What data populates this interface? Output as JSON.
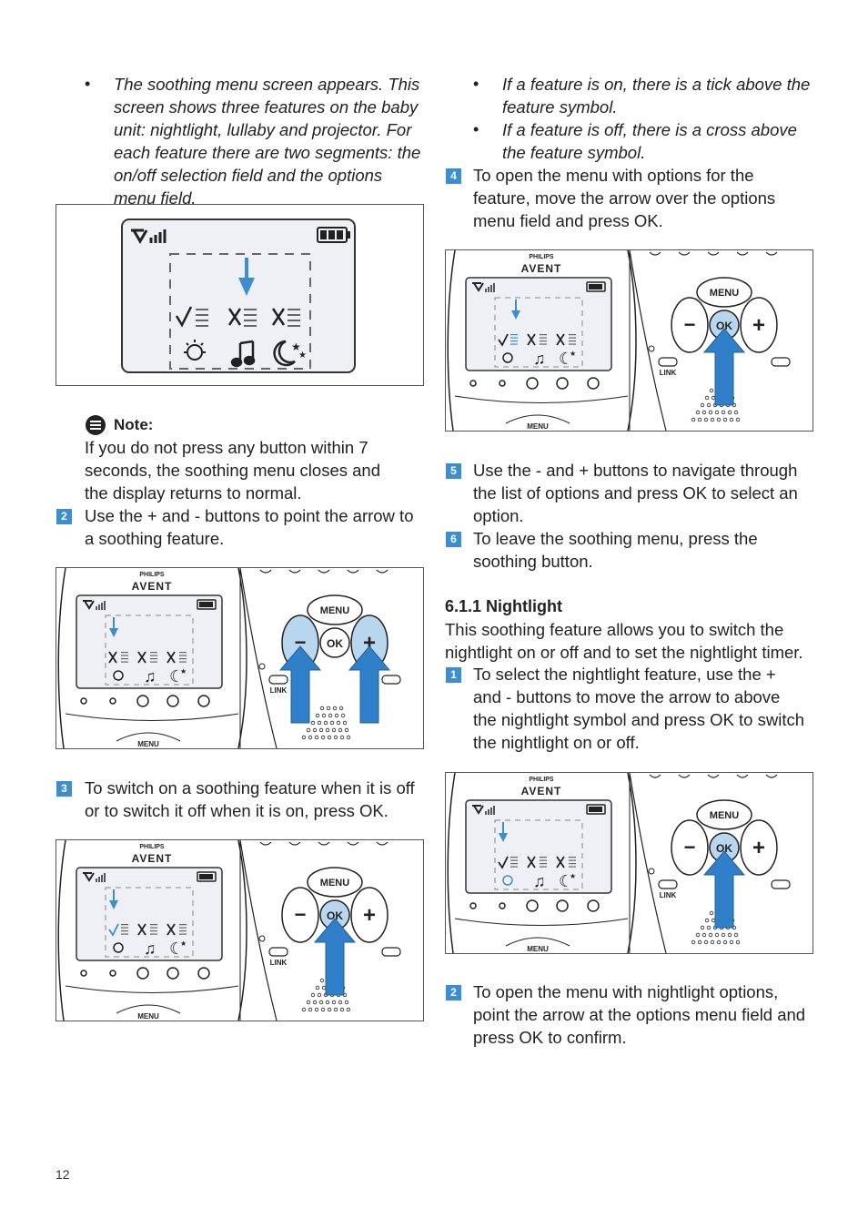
{
  "col_left": {
    "bullet_text": "The soothing menu screen appears. This screen shows three features on the baby unit: nightlight, lullaby and projector. For each feature there are two segments: the on/off selection field and the options menu field.",
    "note_title": "Note:",
    "note_text": "If you do not press any button within 7 seconds, the soothing menu closes and the display returns to normal.",
    "step2_num": "2",
    "step2_text": "Use the + and - buttons to point the arrow to a soothing feature.",
    "step3_num": "3",
    "step3_text": "To switch on a soothing feature when it is off or to switch it off when it is on, press OK."
  },
  "col_right": {
    "bullet1": "If a feature is on, there is a tick above the feature symbol.",
    "bullet2": "If a feature is off, there is a cross above the feature symbol.",
    "step4_num": "4",
    "step4_text": "To open the menu with options for the feature, move the arrow over the options menu field and press OK.",
    "step5_num": "5",
    "step5_text": "Use the - and + buttons to navigate through the list of options and press OK to select an option.",
    "step6_num": "6",
    "step6_text": "To leave the soothing menu, press the soothing button.",
    "section_title": "6.1.1 Nightlight",
    "section_intro": "This soothing feature allows you to switch the nightlight on or off and to set the nightlight timer.",
    "n1_num": "1",
    "n1_text": "To select the nightlight feature, use the + and - buttons to move the arrow to above the nightlight symbol and press OK to switch the nightlight on or off.",
    "n2_num": "2",
    "n2_text": "To open the menu with nightlight options, point the arrow at the options menu field and press OK to confirm."
  },
  "device": {
    "brand": "PHILIPS",
    "logo": "AVENT",
    "menu_label": "MENU",
    "ok_label": "OK",
    "link_label": "LINK",
    "plus": "+",
    "minus": "−"
  },
  "page_number": "12"
}
